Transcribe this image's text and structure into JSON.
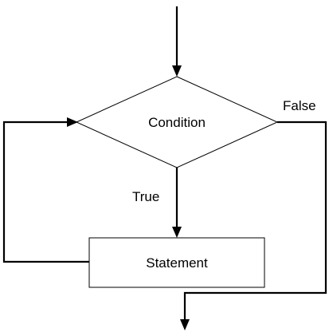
{
  "diagram": {
    "decision_label": "Condition",
    "process_label": "Statement",
    "true_label": "True",
    "false_label": "False"
  }
}
